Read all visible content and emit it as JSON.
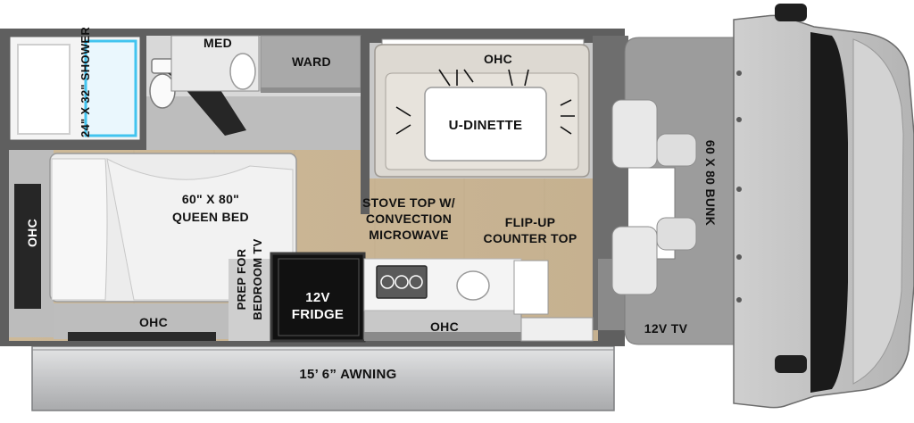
{
  "floorplan": {
    "shower": "24\" X 32\" SHOWER",
    "med": "MED",
    "ward": "WARD",
    "ohc_top": "OHC",
    "u_dinette": "U-DINETTE",
    "bunk": "60 X 80 BUNK",
    "ohc_left": "OHC",
    "queen_bed": [
      "60\" X 80\"",
      "QUEEN BED"
    ],
    "stove": [
      "STOVE TOP W/",
      "CONVECTION",
      "MICROWAVE"
    ],
    "flip_up": [
      "FLIP-UP",
      "COUNTER TOP"
    ],
    "prep_tv": [
      "PREP FOR",
      "BEDROOM TV"
    ],
    "fridge": [
      "12V",
      "FRIDGE"
    ],
    "ohc_bottom_left": "OHC",
    "ohc_bottom_mid": "OHC",
    "tv_12v": "12V TV",
    "awning": "15’ 6” AWNING"
  },
  "colors": {
    "wall": "#5f5f5f",
    "floor": "#c9b595",
    "cab": "#9c9c9c",
    "fridge": "#111111",
    "shower_glass": "#42c4ef",
    "awning": "#c5c6c8"
  }
}
